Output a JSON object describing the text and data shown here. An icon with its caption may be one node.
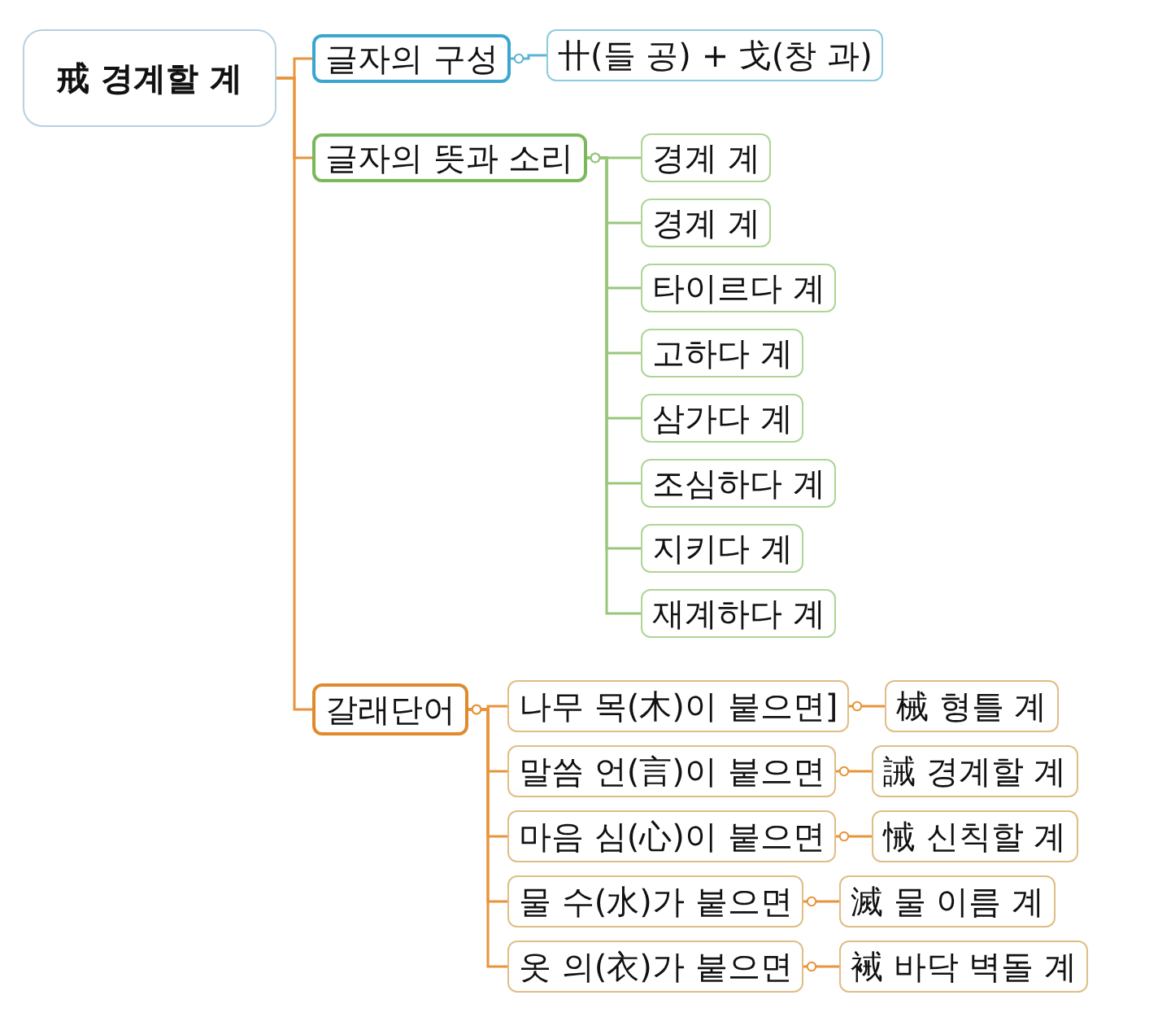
{
  "diagram": {
    "nodes": [
      {
        "text": [
          "戒 경계할 계"
        ]
      },
      {
        "text": [
          "글자의 구성"
        ]
      },
      {
        "text": [
          "卄(들 공) + 戈(창 과)"
        ]
      },
      {
        "text": [
          "글자의 뜻과 소리"
        ]
      },
      {
        "text": [
          "경계 계"
        ]
      },
      {
        "text": [
          "경계 계"
        ]
      },
      {
        "text": [
          "타이르다 계"
        ]
      },
      {
        "text": [
          "고하다 계"
        ]
      },
      {
        "text": [
          "삼가다 계"
        ]
      },
      {
        "text": [
          "조심하다 계"
        ]
      },
      {
        "text": [
          "지키다 계"
        ]
      },
      {
        "text": [
          "재계하다 계"
        ]
      },
      {
        "text": [
          "갈래단어"
        ]
      },
      {
        "text": [
          "나무 목(木)이 붙으면]"
        ]
      },
      {
        "text": [
          "械 형틀 계"
        ]
      },
      {
        "text": [
          "말씀 언(言)이 붙으면"
        ]
      },
      {
        "text": [
          "誡 경계할 계"
        ]
      },
      {
        "text": [
          "마음 심(心)이 붙으면"
        ]
      },
      {
        "text": [
          "悈 신칙할 계"
        ]
      },
      {
        "text": [
          "물 수(水)가 붙으면"
        ]
      },
      {
        "text": [
          "滅 물 이름 계"
        ]
      },
      {
        "text": [
          "옷 의(衣)가 붙으면"
        ]
      },
      {
        "text": [
          "裓 바닥 벽돌 계"
        ]
      }
    ],
    "edges": [
      {
        "from": 0,
        "to": 1,
        "arrow": "none"
      },
      {
        "from": 0,
        "to": 3,
        "arrow": "none"
      },
      {
        "from": 0,
        "to": 12,
        "arrow": "none"
      },
      {
        "from": 1,
        "to": 2,
        "arrow": "other",
        "color": "#5ab4d4"
      },
      {
        "from": 3,
        "to": 4,
        "arrow": "other",
        "color": "#98c77a"
      },
      {
        "from": 3,
        "to": 5,
        "arrow": "other",
        "color": "#98c77a"
      },
      {
        "from": 3,
        "to": 6,
        "arrow": "other",
        "color": "#98c77a"
      },
      {
        "from": 3,
        "to": 7,
        "arrow": "other",
        "color": "#98c77a"
      },
      {
        "from": 3,
        "to": 8,
        "arrow": "other",
        "color": "#98c77a"
      },
      {
        "from": 3,
        "to": 9,
        "arrow": "other",
        "color": "#98c77a"
      },
      {
        "from": 3,
        "to": 10,
        "arrow": "other",
        "color": "#98c77a"
      },
      {
        "from": 3,
        "to": 11,
        "arrow": "other",
        "color": "#98c77a"
      },
      {
        "from": 12,
        "to": 13,
        "arrow": "other"
      },
      {
        "from": 12,
        "to": 15,
        "arrow": "other"
      },
      {
        "from": 12,
        "to": 17,
        "arrow": "other"
      },
      {
        "from": 12,
        "to": 19,
        "arrow": "other"
      },
      {
        "from": 12,
        "to": 21,
        "arrow": "other"
      },
      {
        "from": 13,
        "to": 14,
        "arrow": "other"
      },
      {
        "from": 15,
        "to": 16,
        "arrow": "other"
      },
      {
        "from": 17,
        "to": 18,
        "arrow": "other"
      },
      {
        "from": 19,
        "to": 20,
        "arrow": "other"
      },
      {
        "from": 21,
        "to": 22,
        "arrow": "other"
      }
    ]
  }
}
